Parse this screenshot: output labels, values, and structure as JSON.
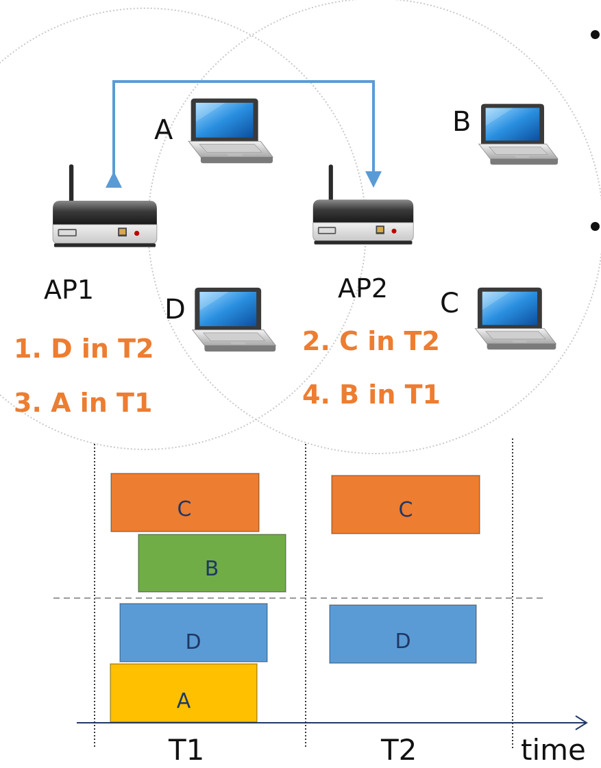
{
  "devices": {
    "ap1": "AP1",
    "ap2": "AP2",
    "laptop_a": "A",
    "laptop_b": "B",
    "laptop_c": "C",
    "laptop_d": "D"
  },
  "steps": [
    "1. D in T2",
    "3. A in T1",
    "2. C in T2",
    "4. B in T1"
  ],
  "timeline": {
    "slot1": "T1",
    "slot2": "T2",
    "axis": "time",
    "blocks": [
      {
        "label": "C",
        "color": "#ed7d31",
        "slot": "T1"
      },
      {
        "label": "B",
        "color": "#70ad47",
        "slot": "T1"
      },
      {
        "label": "D",
        "color": "#5b9bd5",
        "slot": "T1"
      },
      {
        "label": "A",
        "color": "#ffc000",
        "slot": "T1"
      },
      {
        "label": "C",
        "color": "#ed7d31",
        "slot": "T2"
      },
      {
        "label": "D",
        "color": "#5b9bd5",
        "slot": "T2"
      }
    ]
  },
  "colors": {
    "link_arrow": "#5b9bd5",
    "step_text": "#ed7d31",
    "coverage": "#c8c8c8"
  }
}
